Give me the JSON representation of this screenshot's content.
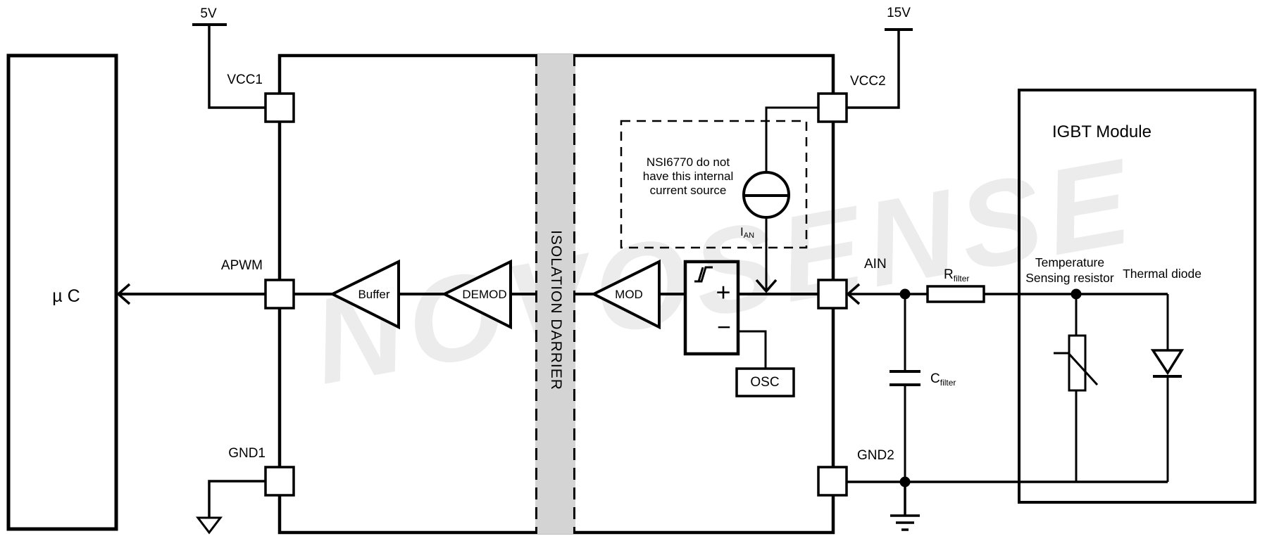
{
  "watermark": "NOVOSENSE",
  "supplies": {
    "left": "5V",
    "right": "15V"
  },
  "mcu_label": "µ C",
  "pins": {
    "vcc1": "VCC1",
    "apwm": "APWM",
    "gnd1": "GND1",
    "vcc2": "VCC2",
    "ain": "AIN",
    "gnd2": "GND2"
  },
  "blocks": {
    "buffer": "Buffer",
    "demod": "DEMOD",
    "mod": "MOD",
    "osc": "OSC"
  },
  "barrier_label": "ISOLATION DARRIER",
  "comparator": {
    "plus": "+",
    "minus": "−"
  },
  "note": {
    "line1": "NSI6770 do not",
    "line2": "have this internal",
    "line3": "current source"
  },
  "current_source_label": {
    "base": "I",
    "sub": "AN"
  },
  "filter": {
    "r_base": "R",
    "r_sub": "filter",
    "c_base": "C",
    "c_sub": "filter"
  },
  "igbt": {
    "title": "IGBT Module",
    "sensor_line1": "Temperature",
    "sensor_line2": "Sensing resistor",
    "diode_label": "Thermal diode"
  },
  "colors": {
    "stroke": "#000000",
    "barrier_fill": "#d4d4d4",
    "watermark": "#ececec",
    "background": "#ffffff"
  }
}
